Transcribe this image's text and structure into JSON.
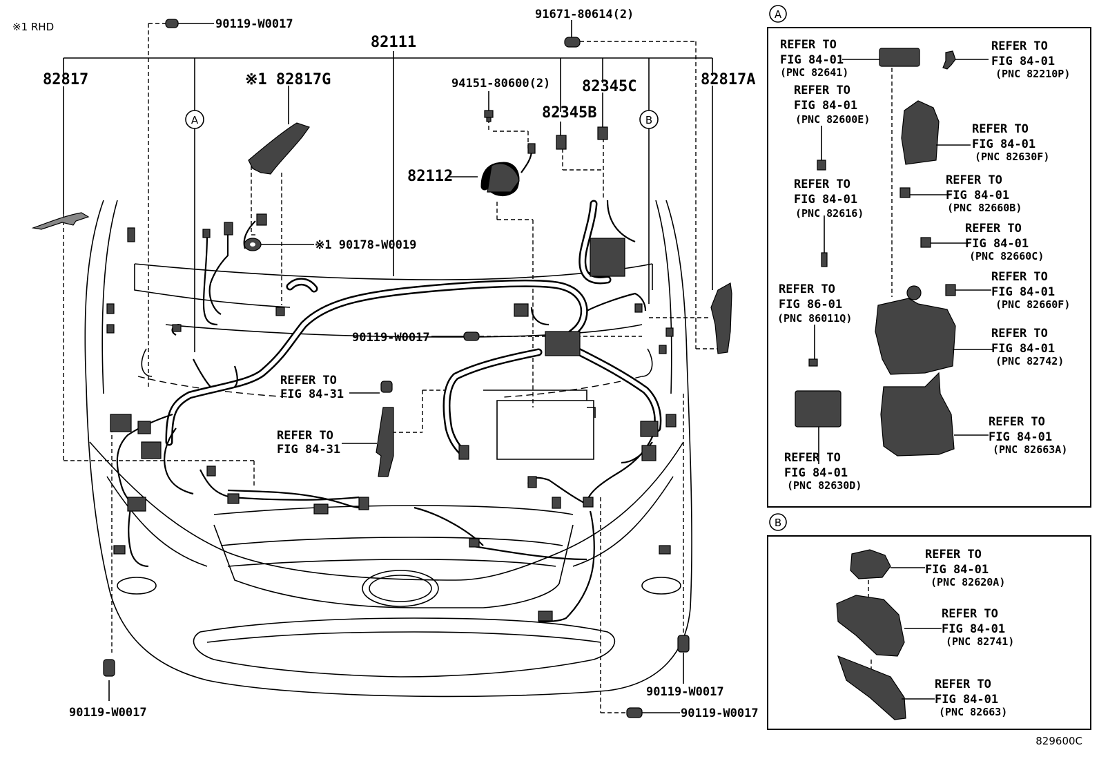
{
  "notes": {
    "rhd": "※1 RHD",
    "diagram_code": "829600C"
  },
  "main_labels": {
    "l82111": "82111",
    "l82817": "82817",
    "l82817G": "※1 82817G",
    "l82817A": "82817A",
    "l82345C": "82345C",
    "l82345B": "82345B",
    "l82112": "82112",
    "l94151": "94151-80600(2)",
    "l91671": "91671-80614(2)",
    "l90119_top": "90119-W0017",
    "l90119_mid": "90119-W0017",
    "l90119_bl": "90119-W0017",
    "l90119_br1": "90119-W0017",
    "l90119_br2": "90119-W0017",
    "l90178": "※1 90178-W0019",
    "ref8431a_1": "REFER TO",
    "ref8431a_2": "FIG 84-31",
    "ref8431b_1": "REFER TO",
    "ref8431b_2": "FIG 84-31"
  },
  "callouts": {
    "a": "A",
    "b": "B"
  },
  "panel_a": {
    "title": "A",
    "refs": [
      {
        "line1": "REFER TO",
        "line2": "FIG 84-01",
        "pnc": "(PNC 82641)"
      },
      {
        "line1": "REFER TO",
        "line2": "FIG 84-01",
        "pnc": "(PNC 82210P)"
      },
      {
        "line1": "REFER TO",
        "line2": "FIG 84-01",
        "pnc": "(PNC 82600E)"
      },
      {
        "line1": "REFER TO",
        "line2": "FIG 84-01",
        "pnc": "(PNC 82630F)"
      },
      {
        "line1": "REFER TO",
        "line2": "FIG 84-01",
        "pnc": "(PNC 82616)"
      },
      {
        "line1": "REFER TO",
        "line2": "FIG 84-01",
        "pnc": "(PNC 82660B)"
      },
      {
        "line1": "REFER TO",
        "line2": "FIG 84-01",
        "pnc": "(PNC 82660C)"
      },
      {
        "line1": "REFER TO",
        "line2": "FIG 86-01",
        "pnc": "(PNC 86011Q)"
      },
      {
        "line1": "REFER TO",
        "line2": "FIG 84-01",
        "pnc": "(PNC 82660F)"
      },
      {
        "line1": "REFER TO",
        "line2": "FIG 84-01",
        "pnc": "(PNC 82742)"
      },
      {
        "line1": "REFER TO",
        "line2": "FIG 84-01",
        "pnc": "(PNC 82663A)"
      },
      {
        "line1": "REFER TO",
        "line2": "FIG 84-01",
        "pnc": "(PNC 82630D)"
      }
    ]
  },
  "panel_b": {
    "title": "B",
    "refs": [
      {
        "line1": "REFER TO",
        "line2": "FIG 84-01",
        "pnc": "(PNC 82620A)"
      },
      {
        "line1": "REFER TO",
        "line2": "FIG 84-01",
        "pnc": "(PNC 82741)"
      },
      {
        "line1": "REFER TO",
        "line2": "FIG 84-01",
        "pnc": "(PNC 82663)"
      }
    ]
  }
}
